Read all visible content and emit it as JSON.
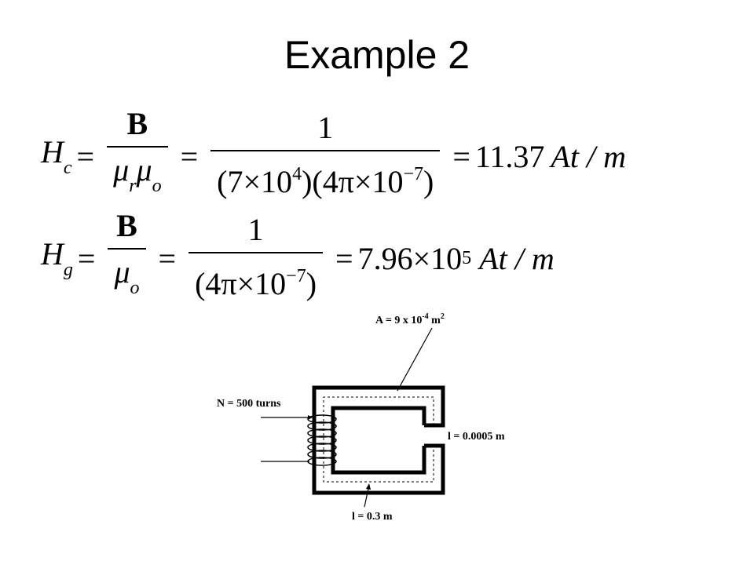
{
  "title": "Example 2",
  "eq1": {
    "lhs_symbol": "H",
    "lhs_sub": "c",
    "eq_sign": "=",
    "frac1_num": "B",
    "frac1_den_mu1": "μ",
    "frac1_den_sub1": "r",
    "frac1_den_mu2": "μ",
    "frac1_den_sub2": "o",
    "frac2_num": "1",
    "frac2_den_a": "(7×10",
    "frac2_den_a_exp": "4",
    "frac2_den_b": ")(4π×10",
    "frac2_den_b_exp": "−7",
    "frac2_den_c": ")",
    "result_value": "11.37",
    "result_unit": "At / m"
  },
  "eq2": {
    "lhs_symbol": "H",
    "lhs_sub": "g",
    "eq_sign": "=",
    "frac1_num": "B",
    "frac1_den_mu": "μ",
    "frac1_den_sub": "o",
    "frac2_num": "1",
    "frac2_den_a": "(4π×10",
    "frac2_den_a_exp": "−7",
    "frac2_den_b": ")",
    "result_mantissa": "7.96×10",
    "result_exp": "5",
    "result_unit": "At / m"
  },
  "diagram": {
    "label_area": "A = 9 x 10",
    "label_area_exp": "-4",
    "label_area_unit": " m",
    "label_area_unit_exp": "2",
    "label_turns": "N = 500 turns",
    "label_gap": "l = 0.0005 m",
    "label_length": "l = 0.3 m"
  }
}
